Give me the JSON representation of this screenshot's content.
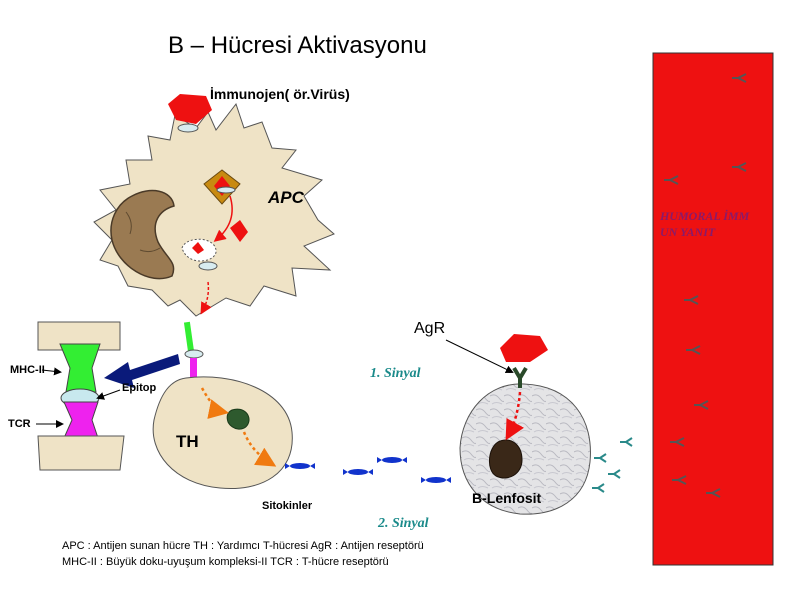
{
  "title": "B – Hücresi Aktivasyonu",
  "labels": {
    "immunogen": "İmmunojen( ör.Virüs)",
    "apc": "APC",
    "agr": "AgR",
    "signal1": "1. Sinyal",
    "signal2": "2. Sinyal",
    "mhc": "MHC-II",
    "epitop": "Epitop",
    "tcr": "TCR",
    "th": "TH",
    "sitokinler": "Sitokinler",
    "blenfosit": "B-Lenfosit",
    "humoral": "HUMORAL İMMUN YANIT"
  },
  "legend": {
    "line1": "APC : Antijen sunan hücre   TH  : Yardımcı T-hücresi     AgR : Antijen reseptörü",
    "line2": "MHC-II : Büyük doku-uyuşum  kompleksi-II          TCR  : T-hücre reseptörü"
  },
  "colors": {
    "antigen_red": "#ee1111",
    "humoral_panel": "#ee1111",
    "apc_fill": "#efe3c6",
    "mhc_green": "#33ee33",
    "tcr_magenta": "#ee22ee",
    "signal_teal": "#1a8a8a",
    "cytokine_blue": "#1133cc",
    "arrow_navy": "#0a1a7a"
  }
}
